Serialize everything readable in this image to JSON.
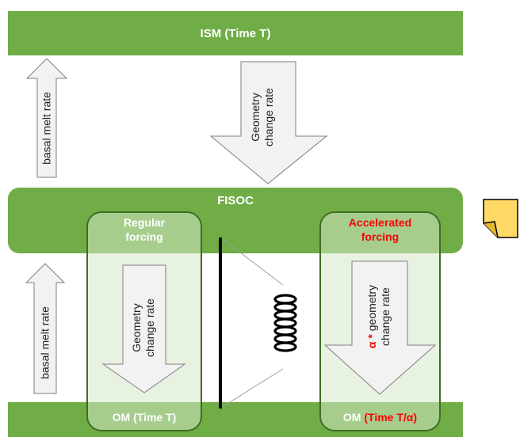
{
  "top_bar": {
    "label": "ISM (Time T)"
  },
  "middle_bar": {
    "label": "FISOC"
  },
  "left_box": {
    "title_line1": "Regular",
    "title_line2": "forcing",
    "footer": "OM (Time T)"
  },
  "right_box": {
    "title_line1": "Accelerated",
    "title_line2": "forcing",
    "footer_prefix": "OM ",
    "footer_highlight": "(Time T/α)"
  },
  "arrows": {
    "upper_left": "basal melt rate",
    "upper_right_line1": "Geometry",
    "upper_right_line2": "change rate",
    "lower_left": "basal melt rate",
    "regular_line1": "Geometry",
    "regular_line2": "change rate",
    "accel_prefix": "α *",
    "accel_line1": " geometry",
    "accel_line2": "change rate"
  },
  "colors": {
    "bar_green": "#70ad47",
    "box_fill": "#d6e7c7",
    "box_border": "#3f6d24",
    "arrow_fill": "#f2f2f2",
    "arrow_stroke": "#7f7f7f",
    "accent_red": "#ff0000",
    "note_yellow": "#ffd966"
  },
  "icons": {
    "spring": "coil-spring-icon",
    "note": "sticky-note-icon"
  }
}
